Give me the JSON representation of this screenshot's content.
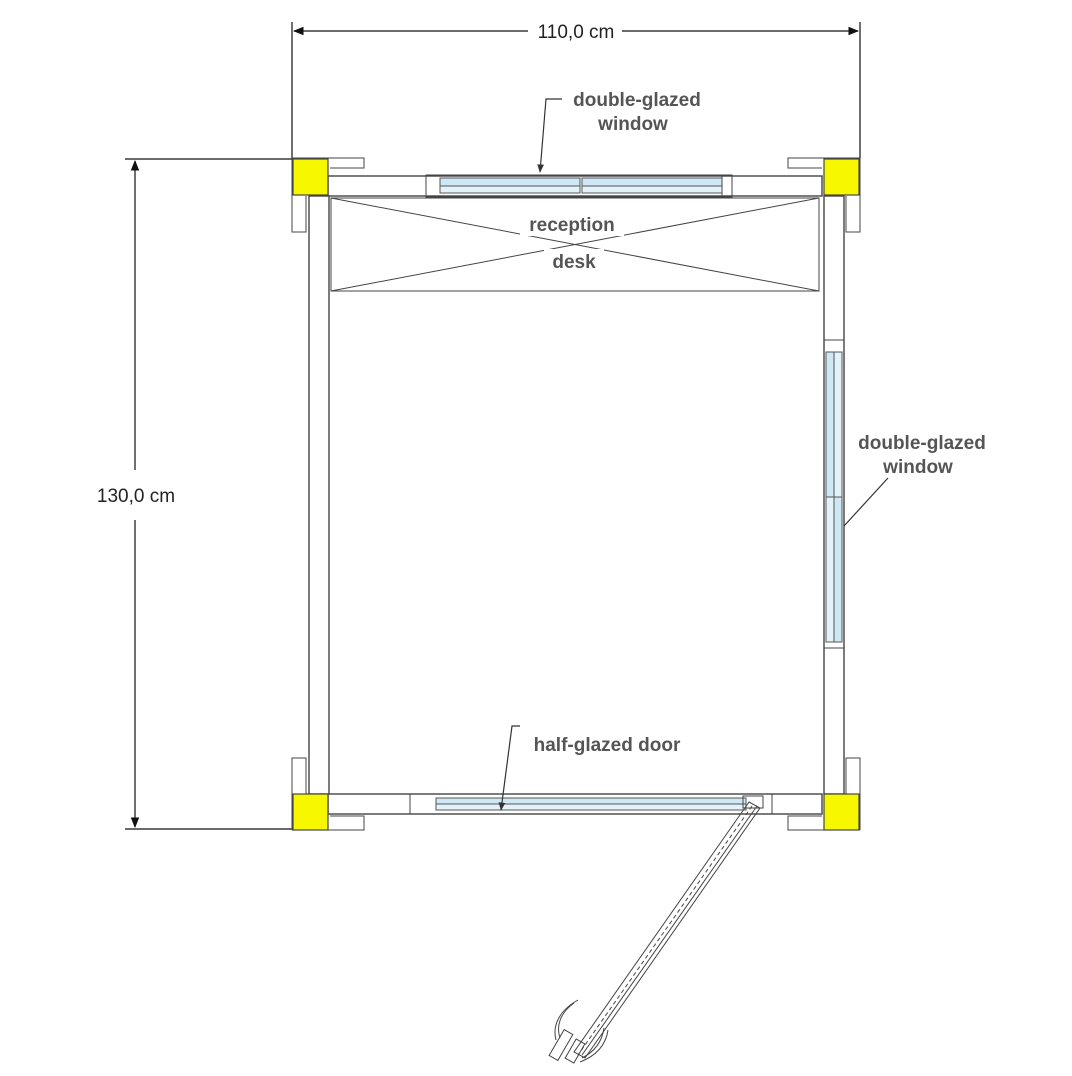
{
  "dimensions": {
    "width": "110,0 cm",
    "height": "130,0 cm"
  },
  "labels": {
    "top_window_line1": "double-glazed",
    "top_window_line2": "window",
    "side_window_line1": "double-glazed",
    "side_window_line2": "window",
    "desk_line1": "reception",
    "desk_line2": "desk",
    "door": "half-glazed door"
  },
  "colors": {
    "corner_post": "#f7f700",
    "glass": "#cfe8f6",
    "wall_line": "#444444"
  }
}
